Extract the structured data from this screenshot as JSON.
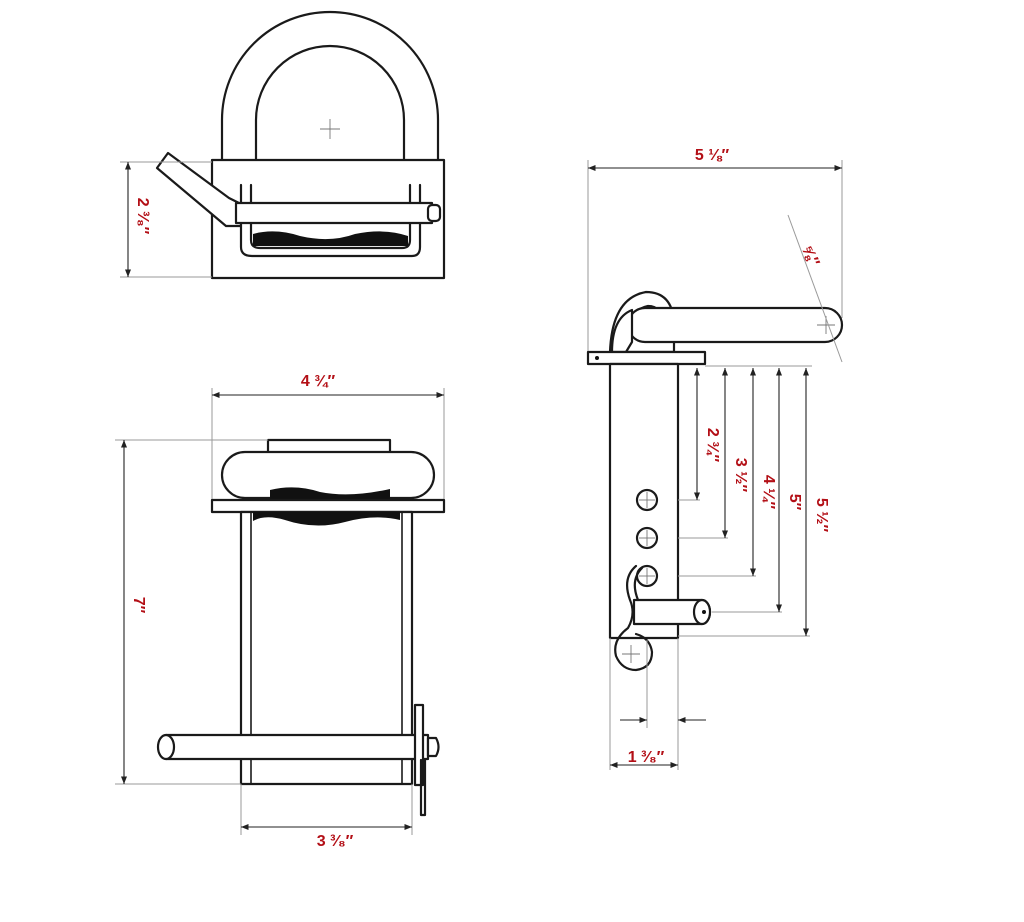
{
  "dimensions": {
    "top_view_height": "2 ³⁄₈″",
    "front_width": "4 ¾″",
    "front_height": "7″",
    "front_base_width": "3 ³⁄₈″",
    "side_overall_width": "5 ⅛″",
    "side_handle_diameter": "⅝″",
    "side_hole_1": "2 ¾″",
    "side_hole_2": "3 ½″",
    "side_hole_3": "4 ¼″",
    "side_hole_4": "5″",
    "side_hole_5": "5 ½″",
    "side_post_width": "1 ³⁄₈″"
  },
  "colors": {
    "dimension_text": "#b30f16",
    "line": "#1a1a1a",
    "dimension_line": "#9a9a9a"
  }
}
